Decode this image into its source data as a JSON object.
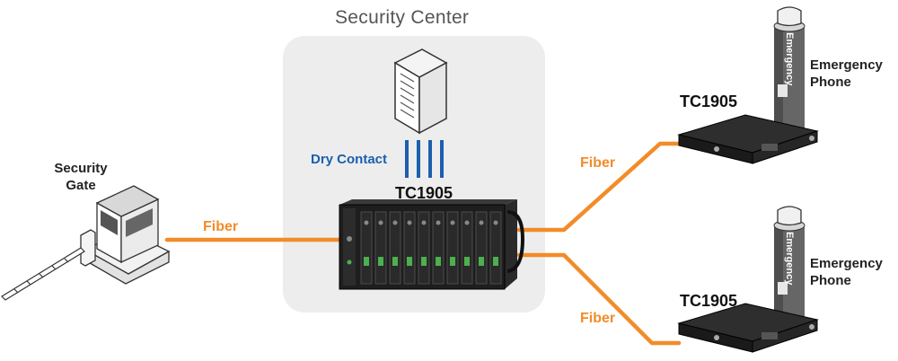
{
  "colors": {
    "fiber": "#f28c28",
    "dry_contact": "#1b5fae",
    "panel": "#ededed",
    "device": "#1e1e1e"
  },
  "center": {
    "title": "Security Center",
    "model": "TC1905",
    "dry_contact": "Dry Contact"
  },
  "gate": {
    "label_line1": "Security",
    "label_line2": "Gate"
  },
  "links": {
    "fiber_left": "Fiber",
    "fiber_top_right": "Fiber",
    "fiber_bottom_right": "Fiber"
  },
  "remote_top": {
    "model": "TC1905",
    "phone_line1": "Emergency",
    "phone_line2": "Phone",
    "pole_text": "Emergency"
  },
  "remote_bottom": {
    "model": "TC1905",
    "phone_line1": "Emergency",
    "phone_line2": "Phone",
    "pole_text": "Emergency"
  },
  "icons": [
    "server-rack-icon",
    "security-gate-icon",
    "emergency-phone-icon",
    "fiber-converter-chassis-icon"
  ]
}
